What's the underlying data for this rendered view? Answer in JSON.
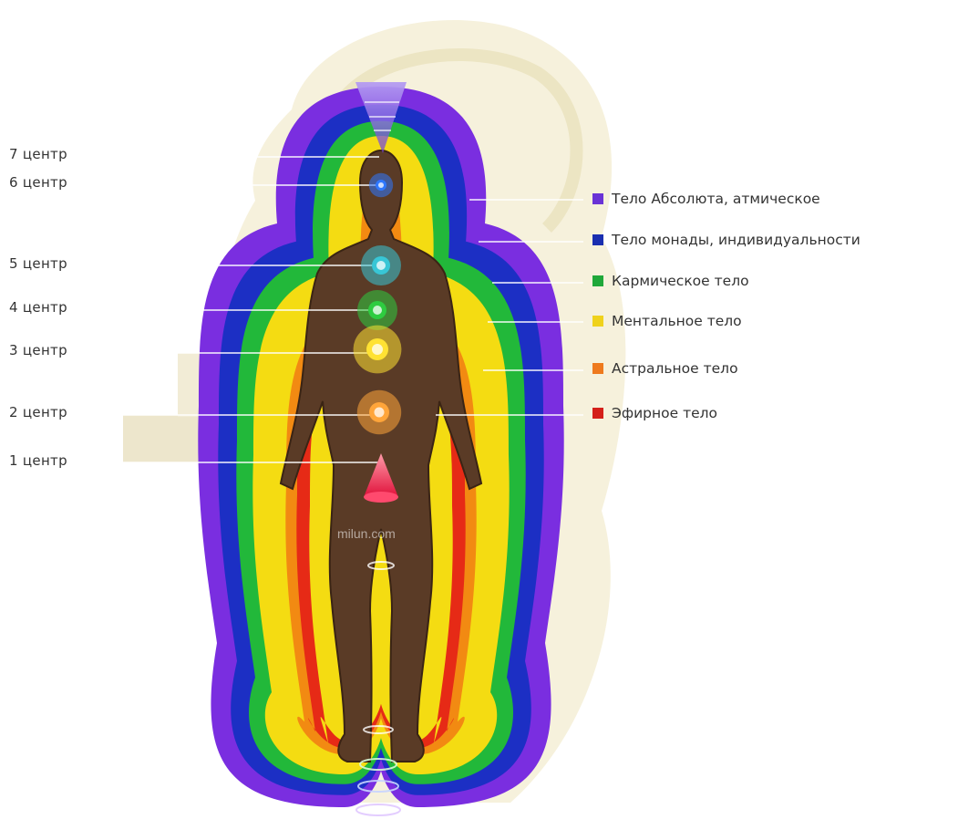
{
  "centers": [
    {
      "label": "7 центр"
    },
    {
      "label": "6 центр"
    },
    {
      "label": "5 центр"
    },
    {
      "label": "4 центр"
    },
    {
      "label": "3 центр"
    },
    {
      "label": "2 центр"
    },
    {
      "label": "1 центр"
    }
  ],
  "bodies": [
    {
      "label": "Тело Абсолюта, атмическое",
      "color": "#6a33d6"
    },
    {
      "label": "Тело монады, индивидуальности",
      "color": "#1a2fb0"
    },
    {
      "label": "Кармическое тело",
      "color": "#1fa83a"
    },
    {
      "label": "Ментальное тело",
      "color": "#efd21c"
    },
    {
      "label": "Астральное тело",
      "color": "#ee7a1e"
    },
    {
      "label": "Эфирное тело",
      "color": "#d4201a"
    }
  ],
  "aura_colors": {
    "violet": "#7a2ee0",
    "blue": "#1c2fc4",
    "green": "#22b83a",
    "yellow": "#f4dc12",
    "orange": "#f28a12",
    "red": "#e62a16",
    "skin": "#5a3b26"
  },
  "chakra_colors": [
    "#8c6cf0",
    "#2f78ff",
    "#38c6d6",
    "#2ecc40",
    "#ffe233",
    "#ffa53a",
    "#ff3a5c"
  ],
  "watermark": "milun.com"
}
